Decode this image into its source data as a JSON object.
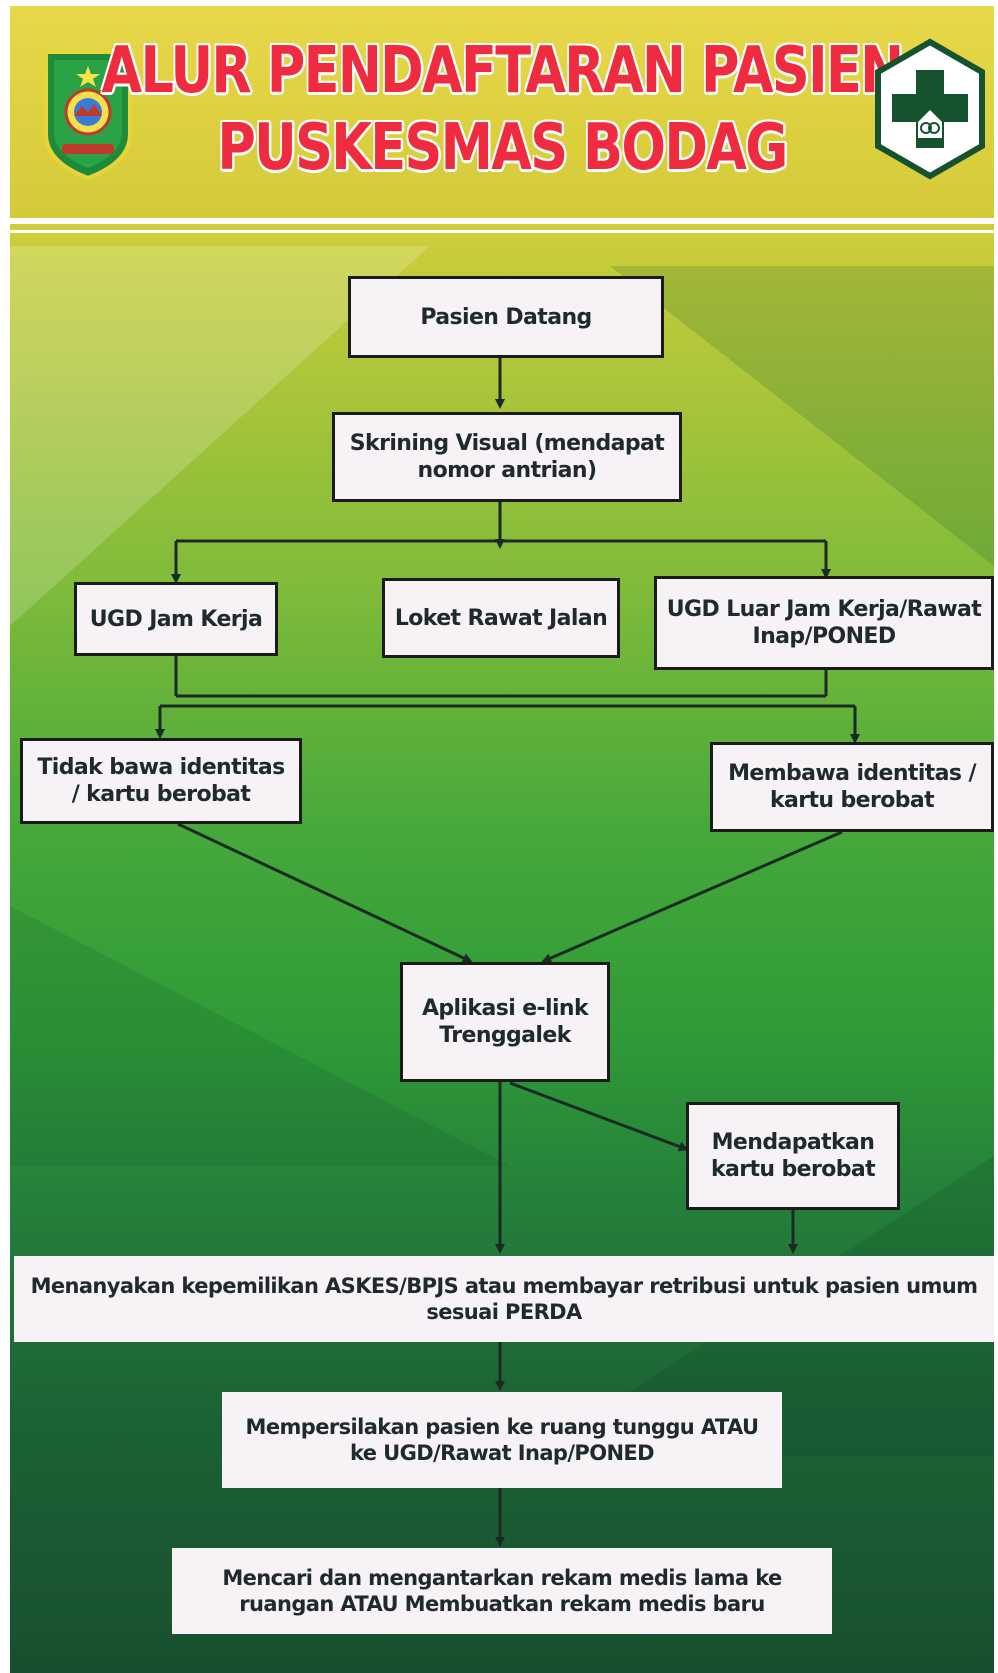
{
  "header": {
    "title_line_1": "ALUR PENDAFTARAN PASIEN",
    "title_line_2": "PUSKESMAS BODAG",
    "logo_left": "trenggalek-regency-emblem-icon",
    "logo_right": "puskesmas-logo-icon"
  },
  "flow": {
    "pasien_datang": "Pasien Datang",
    "skrining": "Skrining Visual (mendapat nomor antrian)",
    "ugd_jam_kerja": "UGD Jam Kerja",
    "loket_rawat_jalan": "Loket Rawat Jalan",
    "ugd_luar_jam": "UGD Luar Jam Kerja/Rawat Inap/PONED",
    "tidak_bawa": "Tidak bawa identitas / kartu berobat",
    "membawa": "Membawa identitas / kartu berobat",
    "aplikasi": "Aplikasi e-link Trenggalek",
    "mendapatkan": "Mendapatkan kartu berobat",
    "menanyakan": "Menanyakan kepemilikan ASKES/BPJS atau membayar retribusi untuk pasien umum sesuai PERDA",
    "mempersilakan": "Mempersilakan pasien ke ruang tunggu ATAU ke UGD/Rawat Inap/PONED",
    "mencari": "Mencari dan mengantarkan rekam medis lama ke ruangan ATAU Membuatkan rekam medis baru"
  },
  "colors": {
    "title_red": "#ee2b3f",
    "box_fill": "#f7f2f5",
    "box_border": "#1b1b1b",
    "connector": "#1b2a22"
  }
}
